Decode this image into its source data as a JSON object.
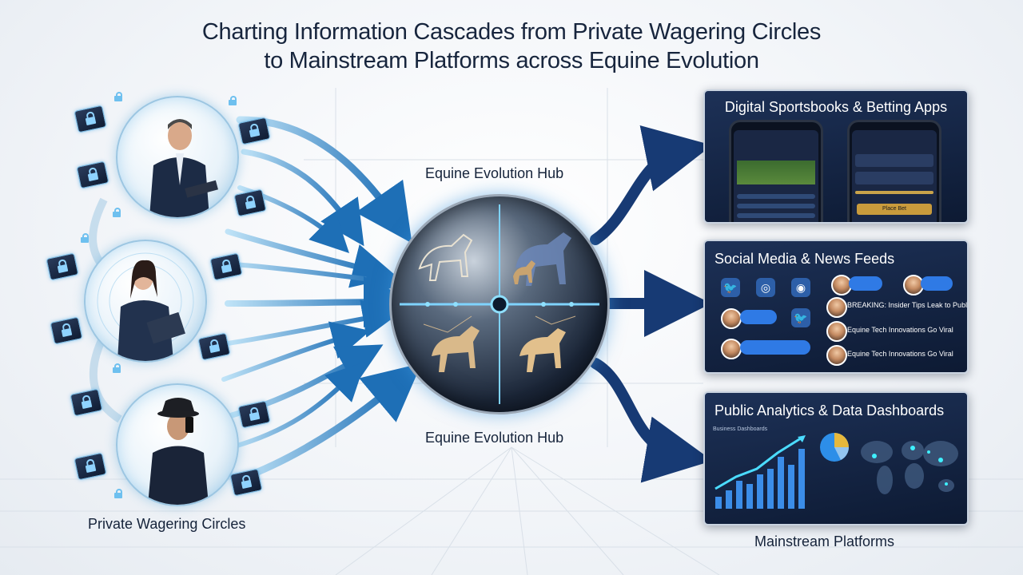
{
  "title": {
    "line1": "Charting Information Cascades from Private Wagering Circles",
    "line2": "to Mainstream Platforms across Equine Evolution"
  },
  "labels": {
    "private_circles": "Private Wagering Circles",
    "hub_top": "Equine Evolution Hub",
    "hub_bottom": "Equine Evolution Hub",
    "mainstream": "Mainstream Platforms"
  },
  "panels": {
    "sportsbooks": {
      "title": "Digital Sportsbooks & Betting Apps",
      "phone_button": "Place Bet"
    },
    "social": {
      "title": "Social Media & News Feeds",
      "headlines": [
        "BREAKING: Insider Tips Leak to Public",
        "Equine Tech Innovations Go Viral",
        "Equine Tech Innovations Go Viral"
      ]
    },
    "analytics": {
      "title": "Public Analytics & Data Dashboards",
      "chart_caption": "Business Dashboards"
    }
  },
  "icons": [
    "lock-icon",
    "twitter-icon",
    "instagram-icon",
    "like-icon",
    "share-icon",
    "horse-icon",
    "globe-map-icon",
    "pie-chart-icon"
  ],
  "colors": {
    "arrow_light": "#5fb8e8",
    "arrow_dark": "#173a74",
    "panel_bg": "#13254a",
    "accent": "#2f7ae5"
  }
}
